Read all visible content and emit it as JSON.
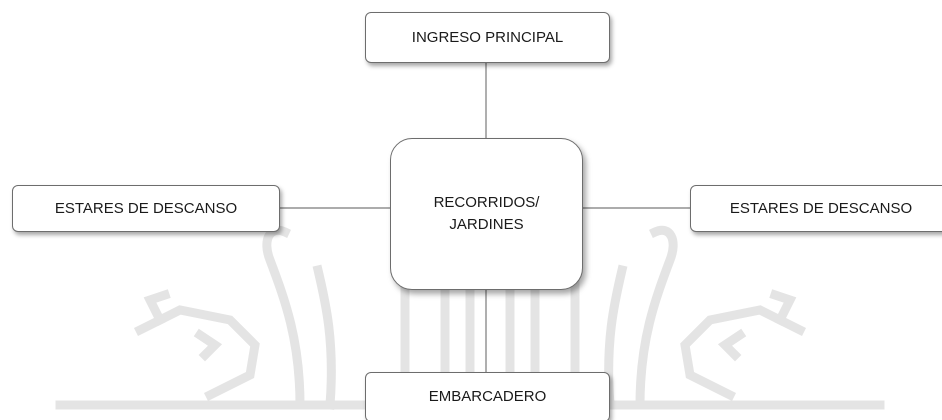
{
  "diagram": {
    "center": {
      "line1": "RECORRIDOS/",
      "line2": "JARDINES"
    },
    "top": "INGRESO PRINCIPAL",
    "left": "ESTARES DE DESCANSO",
    "right": "ESTARES DE DESCANSO",
    "bottom": "EMBARCADERO"
  },
  "colors": {
    "box_border": "#6d6d6d",
    "connector": "#7a7a7a",
    "watermark": "#e6e6e6"
  }
}
